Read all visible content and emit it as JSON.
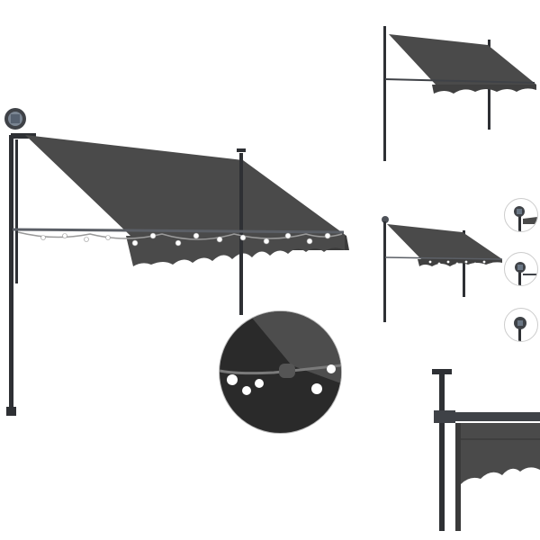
{
  "product": {
    "fabric_color": "#4a4a4a",
    "fabric_dark": "#3b3b3b",
    "frame_color": "#3f4247",
    "pole_color": "#2e3034",
    "led_color": "#ffffff",
    "background": "#ffffff"
  },
  "images": [
    {
      "name": "main-product-image"
    },
    {
      "name": "zoom-led-detail"
    },
    {
      "name": "thumbnail-awning-no-lights"
    },
    {
      "name": "thumbnail-awning-with-lights"
    },
    {
      "name": "solar-panel-detail-1"
    },
    {
      "name": "solar-panel-detail-2"
    },
    {
      "name": "solar-panel-detail-3"
    },
    {
      "name": "pole-bracket-detail"
    }
  ]
}
